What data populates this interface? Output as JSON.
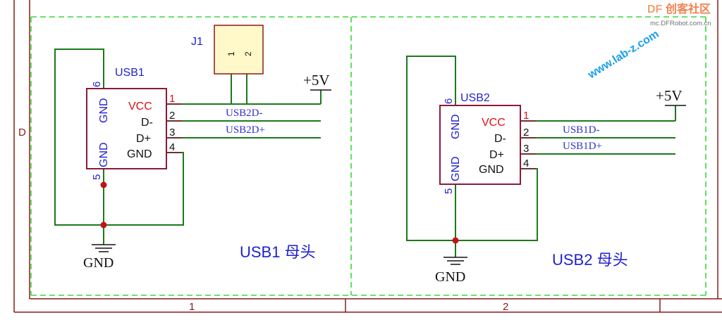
{
  "watermark": {
    "brand_df": "DF",
    "brand_cn": "创客社区",
    "brand_url": "mc.DFRobot.com.cn",
    "site": "www.lab-z.com"
  },
  "frame": {
    "row_label": "D",
    "col_labels": [
      "1",
      "2"
    ]
  },
  "colors": {
    "wire": "#1a7a1a",
    "border": "#8b1a1a",
    "component": "#8b1a3a",
    "label_blue": "#1f1fd0",
    "red": "#e01010",
    "net_label": "#3030d0",
    "zone_dash": "#3ad83a"
  },
  "usb1": {
    "ref": "USB1",
    "pin6": "6",
    "pin5": "5",
    "gnd6": "GND",
    "gnd5": "GND",
    "pins": [
      {
        "num": "1",
        "name": "VCC"
      },
      {
        "num": "2",
        "name": "D-"
      },
      {
        "num": "3",
        "name": "D+"
      },
      {
        "num": "4",
        "name": "GND"
      }
    ],
    "title": "USB1 母头"
  },
  "usb2": {
    "ref": "USB2",
    "pin6": "6",
    "pin5": "5",
    "gnd6": "GND",
    "gnd5": "GND",
    "pins": [
      {
        "num": "1",
        "name": "VCC"
      },
      {
        "num": "2",
        "name": "D-"
      },
      {
        "num": "3",
        "name": "D+"
      },
      {
        "num": "4",
        "name": "GND"
      }
    ],
    "title": "USB2 母头"
  },
  "j1": {
    "ref": "J1",
    "pin1": "1",
    "pin2": "2"
  },
  "nets": {
    "plus5v_1": "+5V",
    "plus5v_2": "+5V",
    "usb2d_minus": "USB2D-",
    "usb2d_plus": "USB2D+",
    "usb1d_minus": "USB1D-",
    "usb1d_plus": "USB1D+",
    "gnd_1": "GND",
    "gnd_2": "GND"
  }
}
